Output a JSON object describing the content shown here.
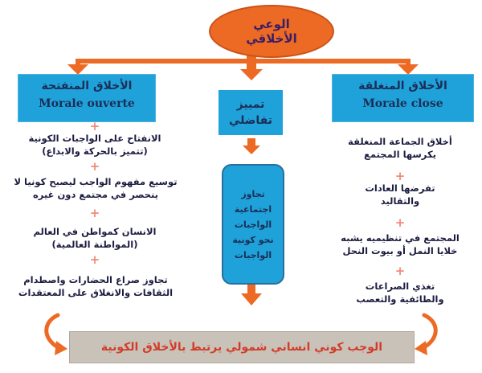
{
  "top": {
    "line1": "الوعي",
    "line2": "الأخلاقي"
  },
  "left": {
    "title_ar": "الأخلاق المنفتحة",
    "title_fr": "Morale ouverte",
    "items": [
      {
        "l1": "الانفتاح على الواجبات الكونية",
        "l2": "(تتميز بالحركة والابداع)"
      },
      {
        "l1": "توسيع مفهوم الواجب ليصبح كونيا لا",
        "l2": "ينحصر في مجتمع دون غيره"
      },
      {
        "l1": "الانسان كمواطن في العالم",
        "l2": "(المواطنة العالمية)"
      },
      {
        "l1": "تجاوز صراع الحضارات واصطدام",
        "l2": "الثقافات والانغلاق على المعتقدات"
      }
    ]
  },
  "middle": {
    "title_l1": "تمييز",
    "title_l2": "تفاضلي",
    "box": [
      "تجاوز",
      "اجتماعية",
      "الواجبات",
      "نحو كونية",
      "الواجبات"
    ]
  },
  "right": {
    "title_ar": "الأخلاق المنغلقة",
    "title_fr": "Morale close",
    "items": [
      {
        "l1": "أخلاق الجماعة المنغلقة",
        "l2": "يكرسها المجتمع"
      },
      {
        "l1": "تفرضها العادات",
        "l2": "والتقاليد"
      },
      {
        "l1": "المجتمع في تنظيميه يشبه",
        "l2": "خلايا النمل أو بيوت النحل"
      },
      {
        "l1": "تغذي الصراعات",
        "l2": "والطائفية والتعصب"
      }
    ]
  },
  "bottom": "الوجب كوني انساني شمولي يرتبط بالأخلاق الكونية",
  "plus_glyph": "+",
  "colors": {
    "orange": "#ec6a24",
    "blue": "#1fa1da",
    "plus": "#f08a7a",
    "bottom_text": "#d23c2a"
  }
}
